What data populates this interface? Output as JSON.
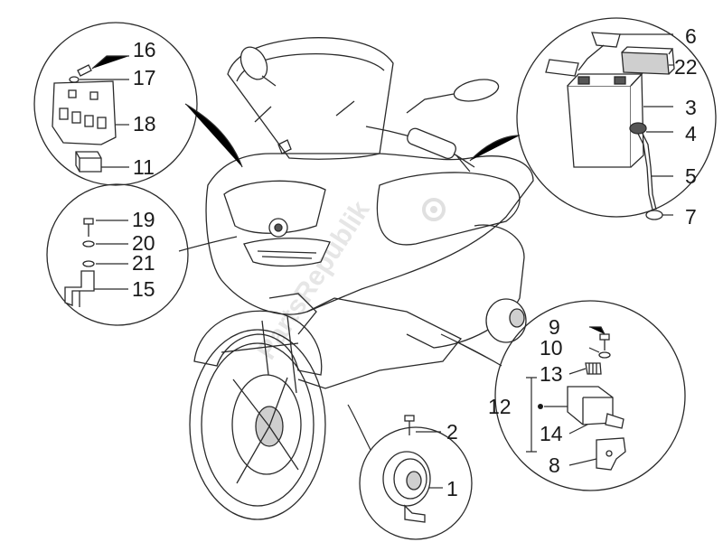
{
  "watermark": "PartsRepublik",
  "callouts": {
    "c1": "1",
    "c2": "2",
    "c3": "3",
    "c4": "4",
    "c5": "5",
    "c6": "6",
    "c7": "7",
    "c8": "8",
    "c9": "9",
    "c10": "10",
    "c11": "11",
    "c12": "12",
    "c13": "13",
    "c14": "14",
    "c15": "15",
    "c16": "16",
    "c17": "17",
    "c18": "18",
    "c19": "19",
    "c20": "20",
    "c21": "21",
    "c22": "22"
  },
  "icons": [
    "scooter-illustration",
    "relay-icon",
    "battery-icon",
    "horn-icon",
    "regulator-icon",
    "bracket-icon",
    "screw-icon",
    "washer-icon",
    "gear-logo-icon"
  ]
}
